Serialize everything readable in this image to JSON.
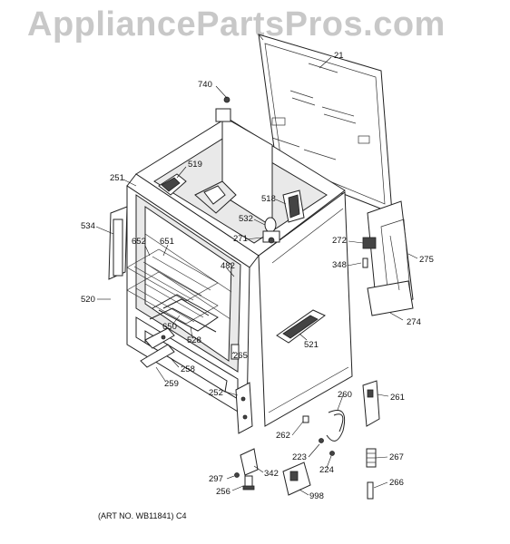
{
  "watermark": "AppliancePartsPros.com",
  "art_no": "(ART NO. WB11841) C4",
  "part_labels": {
    "p21": "21",
    "p740": "740",
    "p519": "519",
    "p251": "251",
    "p518": "518",
    "p532": "532",
    "p534": "534",
    "p652": "652",
    "p651": "651",
    "p271": "271",
    "p272": "272",
    "p275": "275",
    "p482": "482",
    "p348": "348",
    "p520": "520",
    "p274": "274",
    "p650": "650",
    "p528": "528",
    "p521": "521",
    "p265": "265",
    "p258": "258",
    "p259": "259",
    "p252": "252",
    "p260": "260",
    "p261": "261",
    "p262": "262",
    "p223": "223",
    "p267": "267",
    "p224": "224",
    "p297": "297",
    "p342": "342",
    "p266": "266",
    "p256": "256",
    "p998": "998"
  }
}
